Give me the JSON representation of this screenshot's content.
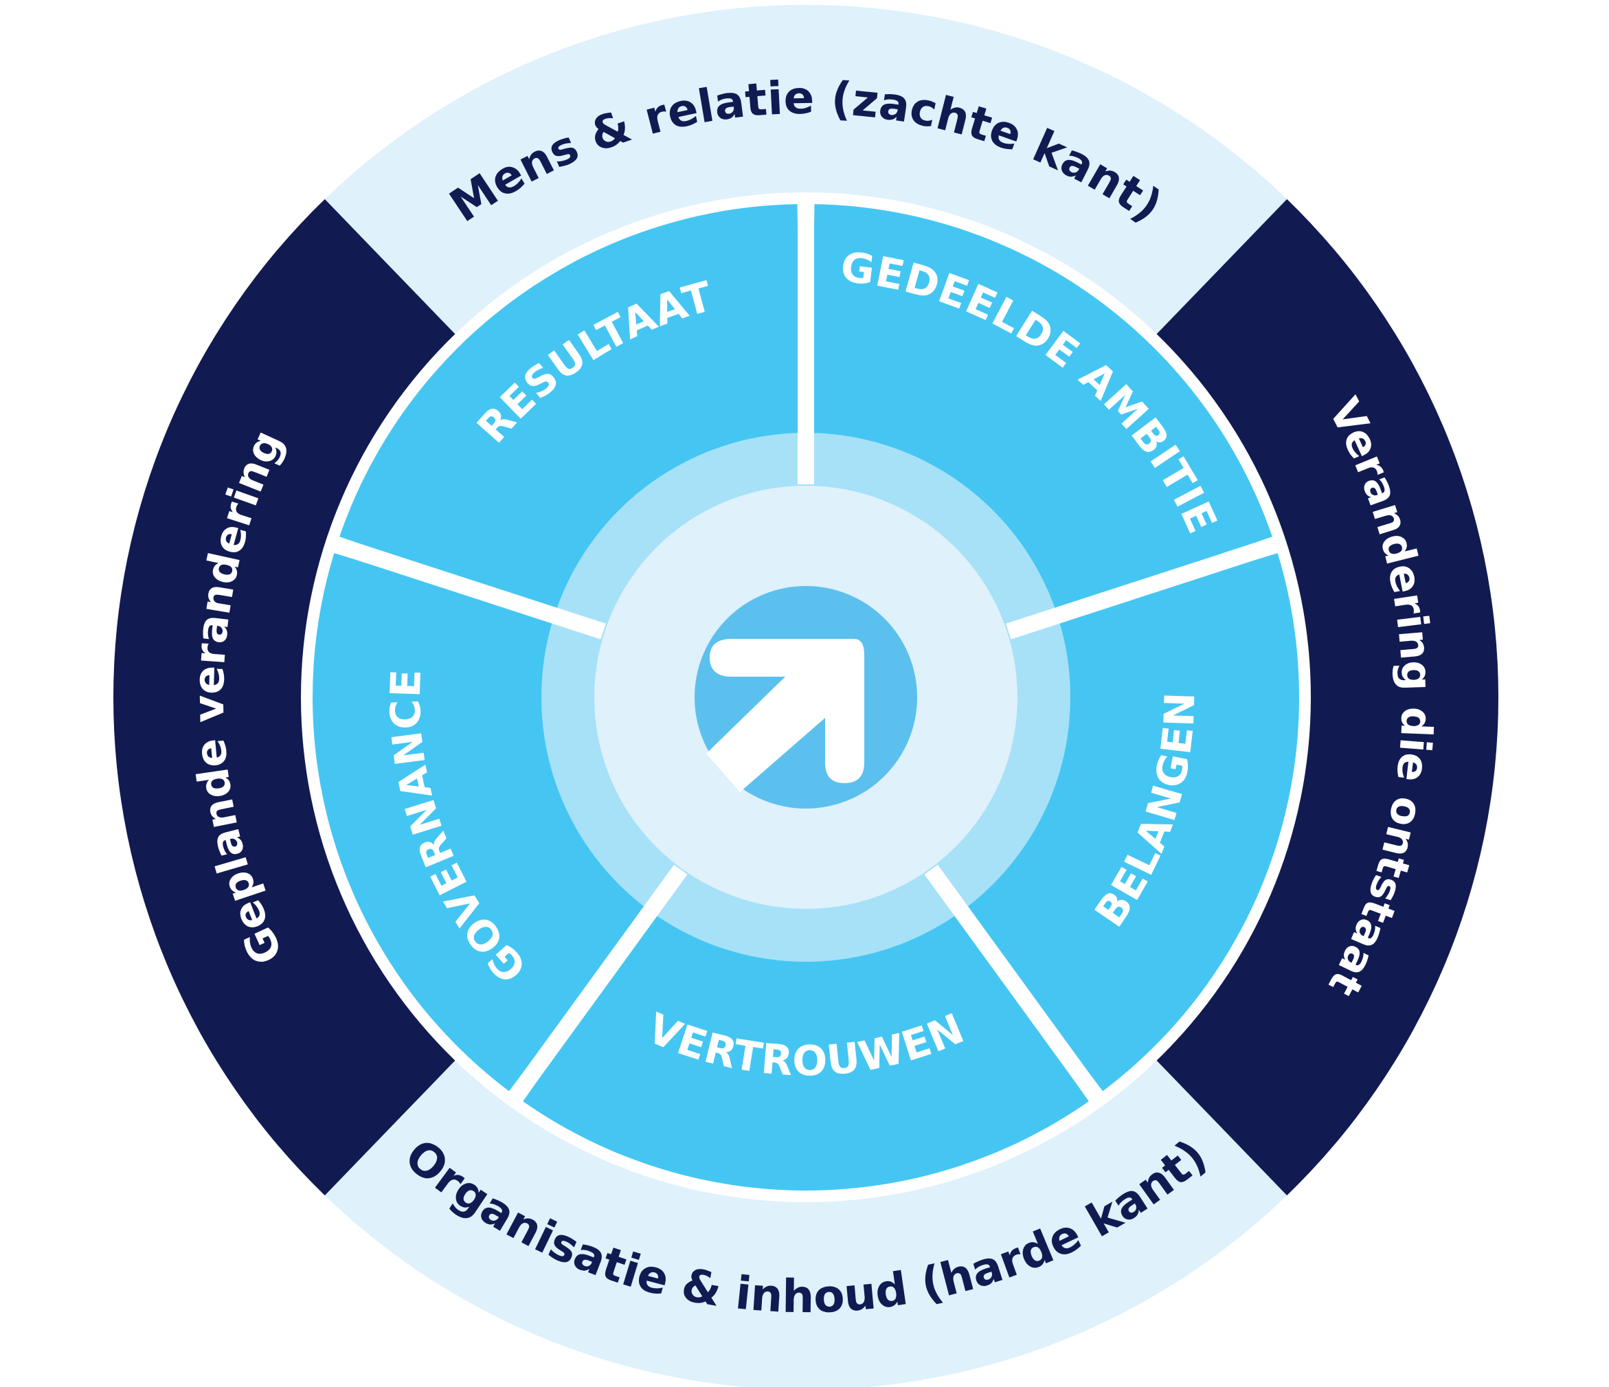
{
  "outer_ring": {
    "top_label": "Mens & relatie (zachte kant)",
    "bottom_label": "Organisatie & inhoud (harde kant)",
    "left_label": "Geplande verandering",
    "right_label": "Verandering die ontstaat"
  },
  "segments": [
    {
      "label": "RESULTAAT"
    },
    {
      "label": "GEDEELDE AMBITIE"
    },
    {
      "label": "BELANGEN"
    },
    {
      "label": "VERTROUWEN"
    },
    {
      "label": "GOVERNANCE"
    }
  ],
  "center": {
    "icon": "arrow-up-right-icon"
  },
  "colors": {
    "light_band": "#DFF1FB",
    "dark_band": "#111B52",
    "segment": "#45C6F2",
    "inner_ring": "#A6E1F8",
    "center_disc": "#DFF1FB",
    "center_icon_bg": "#5CC0EE",
    "dark_text": "#111B52",
    "white_text": "#FFFFFF"
  }
}
